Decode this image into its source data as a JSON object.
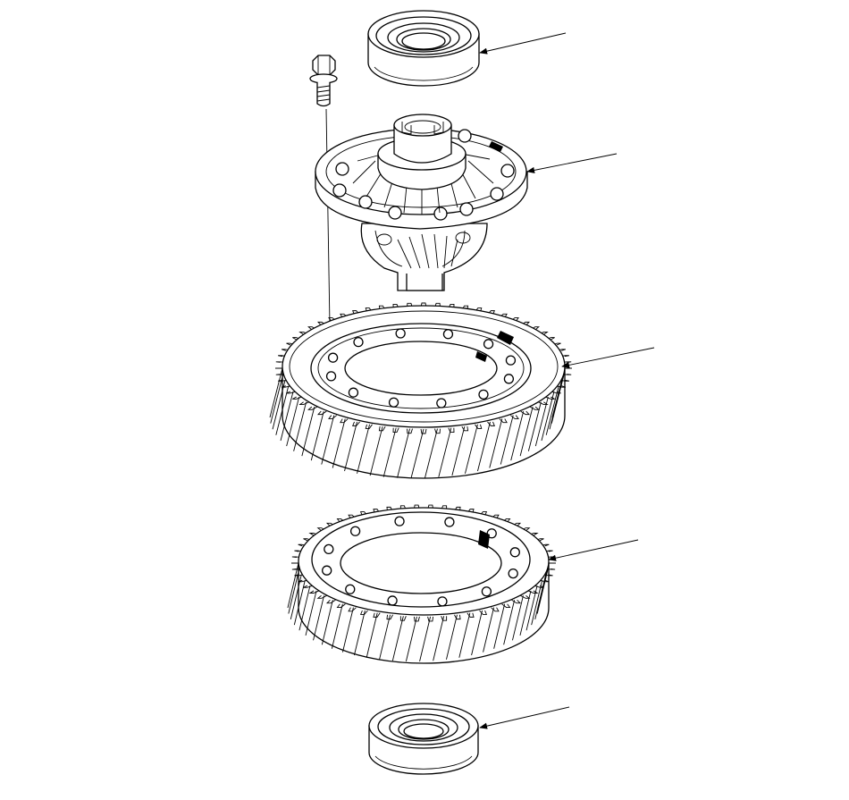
{
  "diagram": {
    "type": "exploded-assembly",
    "labels": [],
    "components": [
      {
        "id": "upper-bearing",
        "icon": "ball-bearing-icon"
      },
      {
        "id": "flange-bolt",
        "icon": "bolt-icon"
      },
      {
        "id": "differential-carrier",
        "icon": "differential-case-icon"
      },
      {
        "id": "final-driven-gear",
        "icon": "helical-gear-icon"
      },
      {
        "id": "final-driven-gear-lower",
        "icon": "helical-gear-icon"
      },
      {
        "id": "lower-bearing",
        "icon": "ball-bearing-icon"
      }
    ],
    "colors": {
      "line": "#000000",
      "background": "#ffffff",
      "mark": "#000000"
    }
  }
}
